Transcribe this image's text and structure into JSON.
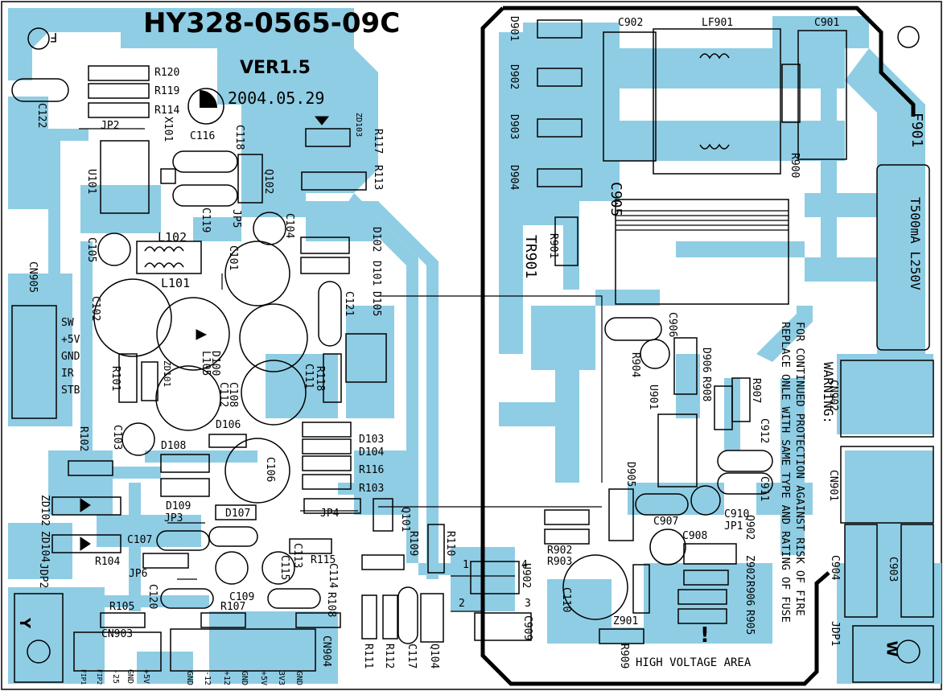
{
  "board": {
    "part_number": "HY328-0565-09C",
    "part_number_mirror": "HY328-0565-09C",
    "version": "VER1.5",
    "date": "2004.05.29",
    "fuse_rating": "T500mA L250V",
    "warning_title": "WARNING:",
    "warning_line1": "FOR CONTINUED PROTECTION AGAINST RISK OF FIRE",
    "warning_line2": "REPLACE ONLE WITH SAME TYPE AND RATING OF FUSE",
    "high_voltage": "HIGH VOLTAGE AREA",
    "exclamation": "!",
    "f_mark": "F",
    "y_mark": "Y",
    "w_mark": "W"
  },
  "cn905_pins": [
    "SW",
    "+5V",
    "GND",
    "IR",
    "STB"
  ],
  "cn903_pins": [
    "FIP1",
    "FIP2",
    "-25",
    "GND",
    "+5V"
  ],
  "cn904_pins": [
    "GND",
    "-12",
    "+12",
    "GND",
    "+5V",
    "3V3",
    "GND"
  ],
  "u902_pins": [
    "1",
    "2",
    "3",
    "4"
  ],
  "labels": {
    "D901": "D901",
    "D902": "D902",
    "D903": "D903",
    "D904": "D904",
    "C902": "C902",
    "LF901": "LF901",
    "C901": "C901",
    "F901": "F901",
    "R900": "R900",
    "C905": "C905",
    "TR901": "TR901",
    "R901": "R901",
    "C906": "C906",
    "R904": "R904",
    "D906": "D906",
    "R908": "R908",
    "R907": "R907",
    "U901": "U901",
    "C912": "C912",
    "C911": "C911",
    "D905": "D905",
    "C910": "C910",
    "JP1": "JP1",
    "C907": "C907",
    "C908": "C908",
    "Q902": "Q902",
    "R902": "R902",
    "R903": "R903",
    "Z902": "Z902",
    "R906": "R906",
    "R905": "R905",
    "C904": "C904",
    "C903": "C903",
    "CN902": "CN902",
    "CN901": "CN901",
    "JDP1": "JDP1",
    "C909": "C909",
    "Z901": "Z901",
    "R909": "R909",
    "R120": "R120",
    "R119": "R119",
    "R114": "R114",
    "C122": "C122",
    "JP2": "JP2",
    "X101": "X101",
    "U101": "U101",
    "C116": "C116",
    "C118": "C118",
    "Q102": "Q102",
    "C119": "C119",
    "JP5": "JP5",
    "ZD103": "ZD103",
    "R117": "R117",
    "R113": "R113",
    "C105": "C105",
    "L102": "L102",
    "L101": "L101",
    "C101": "C101",
    "C104": "C104",
    "D102": "D102",
    "D101": "D101",
    "D105": "D105",
    "CN905": "CN905",
    "C102": "C102",
    "C121": "C121",
    "R101": "R101",
    "ZD101": "ZD101",
    "D100": "D100",
    "L105": "L105",
    "C108": "C108",
    "C112": "C112",
    "C111": "C111",
    "R118": "R118",
    "C103": "C103",
    "D106": "D106",
    "D108": "D108",
    "D103": "D103",
    "D104": "D104",
    "R116": "R116",
    "R103": "R103",
    "R102": "R102",
    "C106": "C106",
    "D109": "D109",
    "D107": "D107",
    "JP4": "JP4",
    "JP3": "JP3",
    "Q101": "Q101",
    "R109": "R109",
    "R110": "R110",
    "ZD102": "ZD102",
    "ZD104": "ZD104",
    "C107": "C107",
    "R104": "R104",
    "JP6": "JP6",
    "C113": "C113",
    "C115": "C115",
    "C114": "C114",
    "R115": "R115",
    "C120": "C120",
    "C109": "C109",
    "R108": "R108",
    "JDP2": "JDP2",
    "R105": "R105",
    "R107": "R107",
    "CN903": "CN903",
    "CN904": "CN904",
    "R111": "R111",
    "R112": "R112",
    "C117": "C117",
    "Q104": "Q104",
    "U902": "U902",
    "C110": "C110"
  },
  "colors": {
    "copper": "#8fcde4",
    "outline": "#000000",
    "board": "#ffffff"
  }
}
